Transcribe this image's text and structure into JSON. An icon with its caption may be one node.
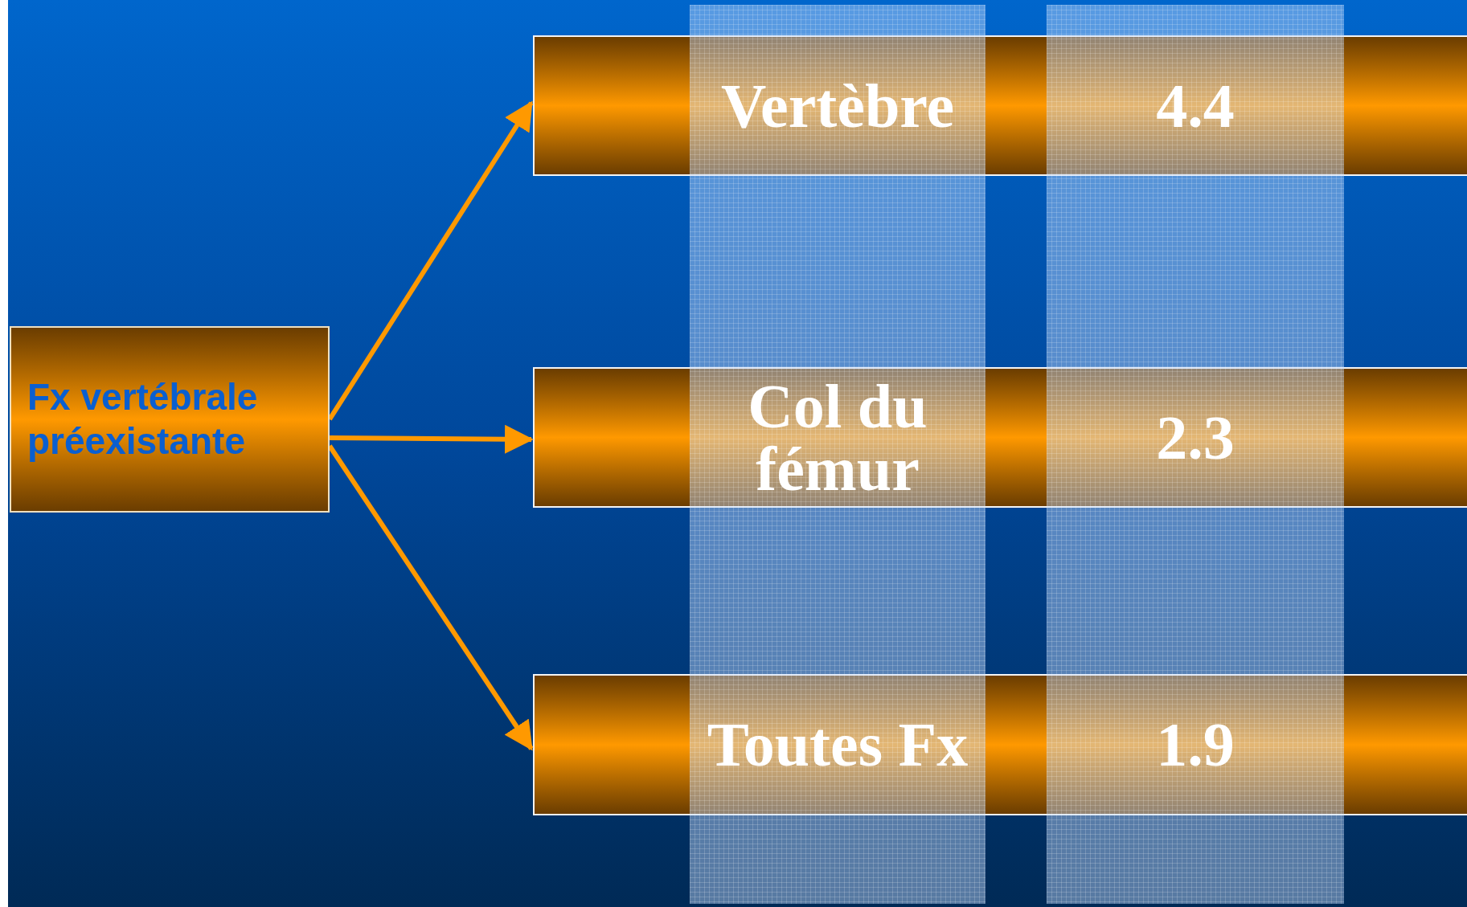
{
  "diagram": {
    "nodes": [
      {
        "text": [
          "Fx vertébrale préexistante"
        ]
      },
      {
        "text": [
          "Vertèbre",
          "4.4"
        ]
      },
      {
        "text": [
          "Col du fémur",
          "2.3"
        ]
      },
      {
        "text": [
          "Toutes Fx",
          "1.9"
        ]
      }
    ],
    "edges": [
      {
        "from": 0,
        "to": 1,
        "arrow": "to"
      },
      {
        "from": 0,
        "to": 2,
        "arrow": "to"
      },
      {
        "from": 0,
        "to": 3,
        "arrow": "to"
      }
    ]
  }
}
